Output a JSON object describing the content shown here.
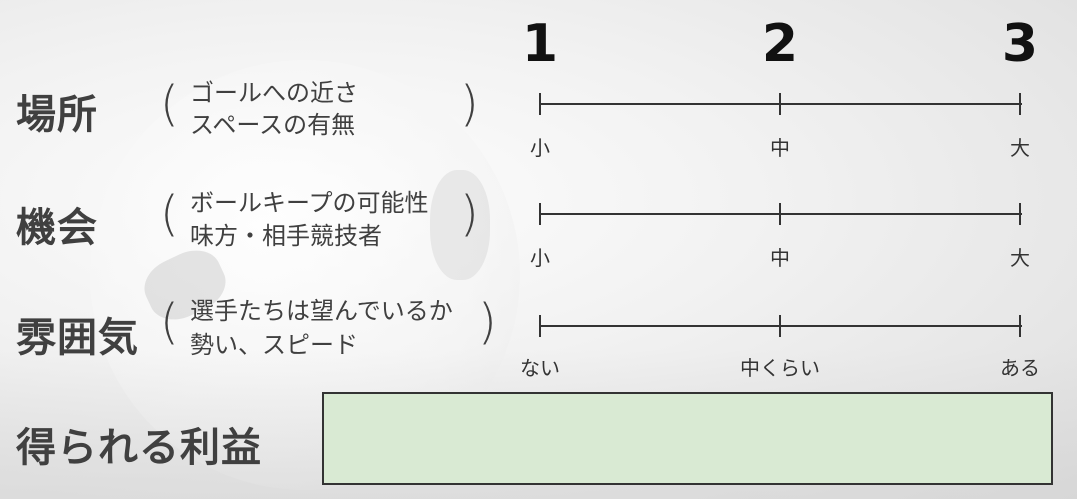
{
  "scale_numbers": [
    "1",
    "2",
    "3"
  ],
  "rows": [
    {
      "label": "場所",
      "desc_line1": "ゴールへの近さ",
      "desc_line2": "スペースの有無",
      "scale_labels": [
        "小",
        "中",
        "大"
      ]
    },
    {
      "label": "機会",
      "desc_line1": "ボールキープの可能性",
      "desc_line2": "味方・相手競技者",
      "scale_labels": [
        "小",
        "中",
        "大"
      ]
    },
    {
      "label": "雰囲気",
      "desc_line1": "選手たちは望んでいるか",
      "desc_line2": "勢い、スピード",
      "scale_labels": [
        "ない",
        "中くらい",
        "ある"
      ]
    }
  ],
  "parens": [
    "(",
    ")"
  ],
  "result": {
    "label": "得られる利益",
    "box_color": "#d9ead3"
  }
}
